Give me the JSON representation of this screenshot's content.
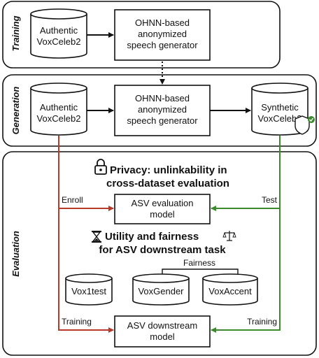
{
  "stages": {
    "training": "Training",
    "generation": "Generation",
    "evaluation": "Evaluation"
  },
  "training": {
    "data": [
      "Authentic",
      "VoxCeleb2"
    ],
    "generator": [
      "OHNN-based",
      "anonymized",
      "speech generator"
    ]
  },
  "generation": {
    "data": [
      "Authentic",
      "VoxCeleb2"
    ],
    "generator": [
      "OHNN-based",
      "anonymized",
      "speech generator"
    ],
    "output": [
      "Synthetic",
      "VoxCeleb2"
    ]
  },
  "evaluation": {
    "privacy_heading": [
      "Privacy: unlinkability in",
      "cross-dataset evaluation"
    ],
    "asv_eval": [
      "ASV evaluation",
      "model"
    ],
    "utility_heading": [
      "Utility and fairness",
      "for ASV downstream task"
    ],
    "fairness_label": "Fairness",
    "datasets": [
      "Vox1test",
      "VoxGender",
      "VoxAccent"
    ],
    "asv_downstream": [
      "ASV downstream",
      "model"
    ],
    "edge_labels": {
      "enroll": "Enroll",
      "test": "Test",
      "training_left": "Training",
      "training_right": "Training"
    }
  },
  "colors": {
    "red_arrow": "#b83a2a",
    "green_arrow": "#3d8a2e",
    "black": "#111111"
  }
}
